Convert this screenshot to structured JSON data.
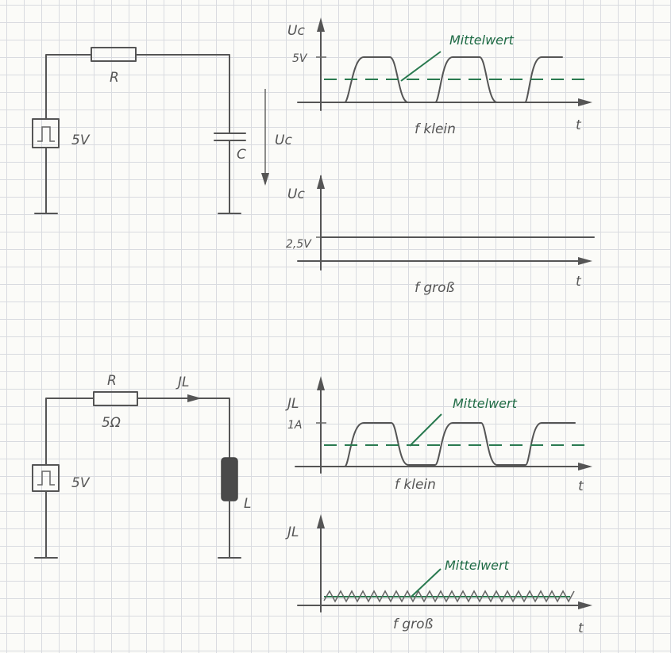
{
  "colors": {
    "ink": "#555555",
    "green": "#2a7a50",
    "grid": "#d9dbe0",
    "paper": "#fbfbf8"
  },
  "rc_circuit": {
    "resistor_label": "R",
    "source_label": "5V",
    "capacitor_label": "C",
    "voltage_label": "Uc"
  },
  "rc_plot_small": {
    "y_label": "Uc",
    "y_tick": "5V",
    "mean_label": "Mittelwert",
    "x_label": "t",
    "caption": "f klein"
  },
  "rc_plot_large": {
    "y_label": "Uc",
    "y_tick": "2,5V",
    "x_label": "t",
    "caption": "f groß"
  },
  "rl_circuit": {
    "resistor_label": "R",
    "resistor_value": "5Ω",
    "current_label": "JL",
    "source_label": "5V",
    "inductor_label": "L"
  },
  "rl_plot_small": {
    "y_label": "JL",
    "y_tick": "1A",
    "mean_label": "Mittelwert",
    "x_label": "t",
    "caption": "f klein"
  },
  "rl_plot_large": {
    "y_label": "JL",
    "mean_label": "Mittelwert",
    "x_label": "t",
    "caption": "f groß"
  }
}
